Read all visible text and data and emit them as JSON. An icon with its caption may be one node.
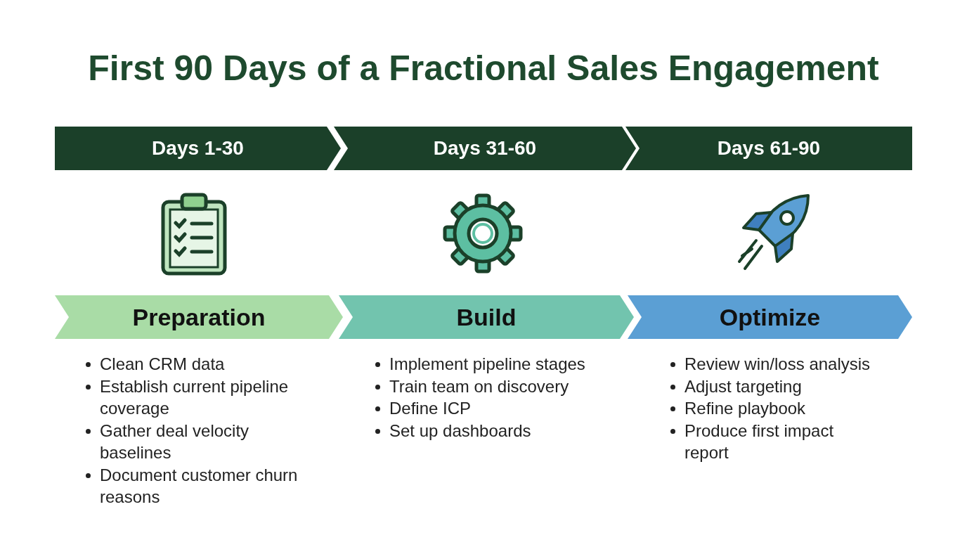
{
  "diagram": {
    "title": "First 90 Days of a Fractional Sales Engagement",
    "nodes": [
      {
        "text": [
          "Days 1-30"
        ]
      },
      {
        "text": [
          "Days 31-60"
        ]
      },
      {
        "text": [
          "Days 61-90"
        ]
      },
      {
        "text": [
          "Preparation"
        ],
        "beside": [
          "Clean CRM data",
          "Establish current pipeline coverage",
          "Gather deal velocity baselines",
          "Document customer churn reasons"
        ]
      },
      {
        "text": [
          "Build"
        ],
        "beside": [
          "Implement pipeline stages",
          "Train team on discovery",
          "Define ICP",
          "Set up dashboards"
        ]
      },
      {
        "text": [
          "Optimize"
        ],
        "beside": [
          "Review win/loss analysis",
          "Adjust targeting",
          "Refine playbook",
          "Produce first impact report"
        ]
      }
    ]
  }
}
